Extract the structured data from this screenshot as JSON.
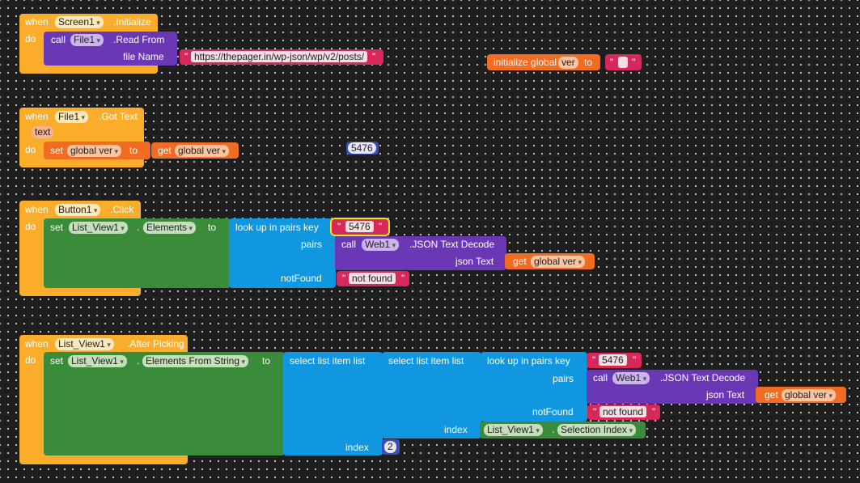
{
  "block1": {
    "when": "when",
    "component": "Screen1",
    "event": ".Initialize",
    "do": "do",
    "call": "call",
    "target": "File1",
    "method": ".Read From",
    "param": "file Name",
    "url": "https://thepager.in/wp-json/wp/v2/posts/"
  },
  "global_init": {
    "label": "initialize global",
    "name": "ver",
    "to": "to",
    "value": ""
  },
  "block2": {
    "when": "when",
    "component": "File1",
    "event": ".Got Text",
    "param": "text",
    "do": "do",
    "set": "set",
    "var": "global ver",
    "to": "to",
    "get": "get",
    "get_var": "global ver"
  },
  "floating_number": "5476",
  "block3": {
    "when": "when",
    "component": "Button1",
    "event": ".Click",
    "do": "do",
    "set": "set",
    "list": "List_View1",
    "dot": ".",
    "prop": "Elements",
    "to": "to",
    "lookup": "look up in pairs  key",
    "key": "5476",
    "pairs": "pairs",
    "call": "call",
    "web": "Web1",
    "decode": ".JSON Text Decode",
    "json_text": "json Text",
    "get": "get",
    "get_var": "global ver",
    "not_found_label": "notFound",
    "not_found": "not found"
  },
  "block4": {
    "when": "when",
    "component": "List_View1",
    "event": ".After Picking",
    "do": "do",
    "set": "set",
    "list": "List_View1",
    "dot": ".",
    "prop": "Elements From String",
    "to": "to",
    "select1": "select list item  list",
    "select2": "select list item  list",
    "lookup": "look up in pairs  key",
    "key": "5476",
    "pairs": "pairs",
    "call": "call",
    "web": "Web1",
    "decode": ".JSON Text Decode",
    "json_text": "json Text",
    "get": "get",
    "get_var": "global ver",
    "not_found_label": "notFound",
    "not_found": "not found",
    "index_label": "index",
    "sel_list": "List_View1",
    "sel_dot": ".",
    "sel_prop": "Selection Index",
    "index2_label": "index",
    "index2": "2"
  },
  "colors": {
    "event": "#f9ad2b",
    "component": "#3a8c3a",
    "lists": "#1097e0",
    "web": "#6a38b5",
    "variables": "#f26b22",
    "text": "#d7285c",
    "math": "#3a4eb8"
  }
}
